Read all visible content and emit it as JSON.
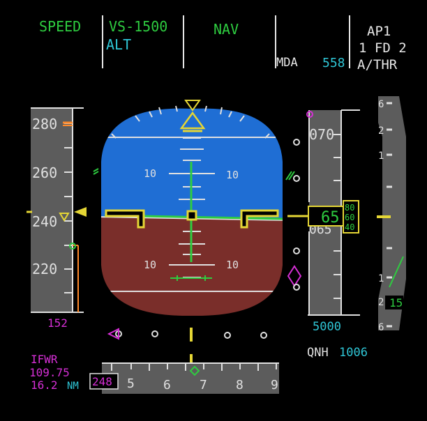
{
  "fma": {
    "speed_mode": "SPEED",
    "vertical_mode": "VS-1500",
    "vertical_armed": "ALT",
    "lateral_mode": "NAV",
    "mda_label": "MDA",
    "mda_value": "558",
    "ap": "AP1",
    "fd": "1 FD 2",
    "athr": "A/THR"
  },
  "speed_tape": {
    "labels": [
      "280",
      "260",
      "240",
      "220"
    ],
    "target": "152"
  },
  "attitude": {
    "pitch_labels": [
      "10",
      "10",
      "10",
      "10"
    ]
  },
  "altitude_tape": {
    "labels": [
      "070",
      "065"
    ],
    "current_hundreds": "65",
    "drum": [
      "80",
      "60",
      "40"
    ],
    "selected": "5000",
    "qnh_label": "QNH",
    "qnh_value": "1006"
  },
  "vsi": {
    "labels_top": [
      "6",
      "2",
      "1"
    ],
    "labels_bottom": [
      "1",
      "2",
      "6"
    ],
    "value": "15"
  },
  "nav_info": {
    "source": "IFWR",
    "freq": "109.75",
    "dist": "16.2",
    "unit": "NM"
  },
  "heading": {
    "selected": "248",
    "labels": [
      "5",
      "6",
      "7",
      "8",
      "9"
    ]
  },
  "colors": {
    "sky": "#1f6ed4",
    "ground": "#7a2e2a",
    "tape": "#5c5c5c",
    "green": "#2ecc40",
    "cyan": "#2fc6d6",
    "magenta": "#d62fd6",
    "yellow": "#e5d635",
    "orange": "#ff8a2a"
  }
}
